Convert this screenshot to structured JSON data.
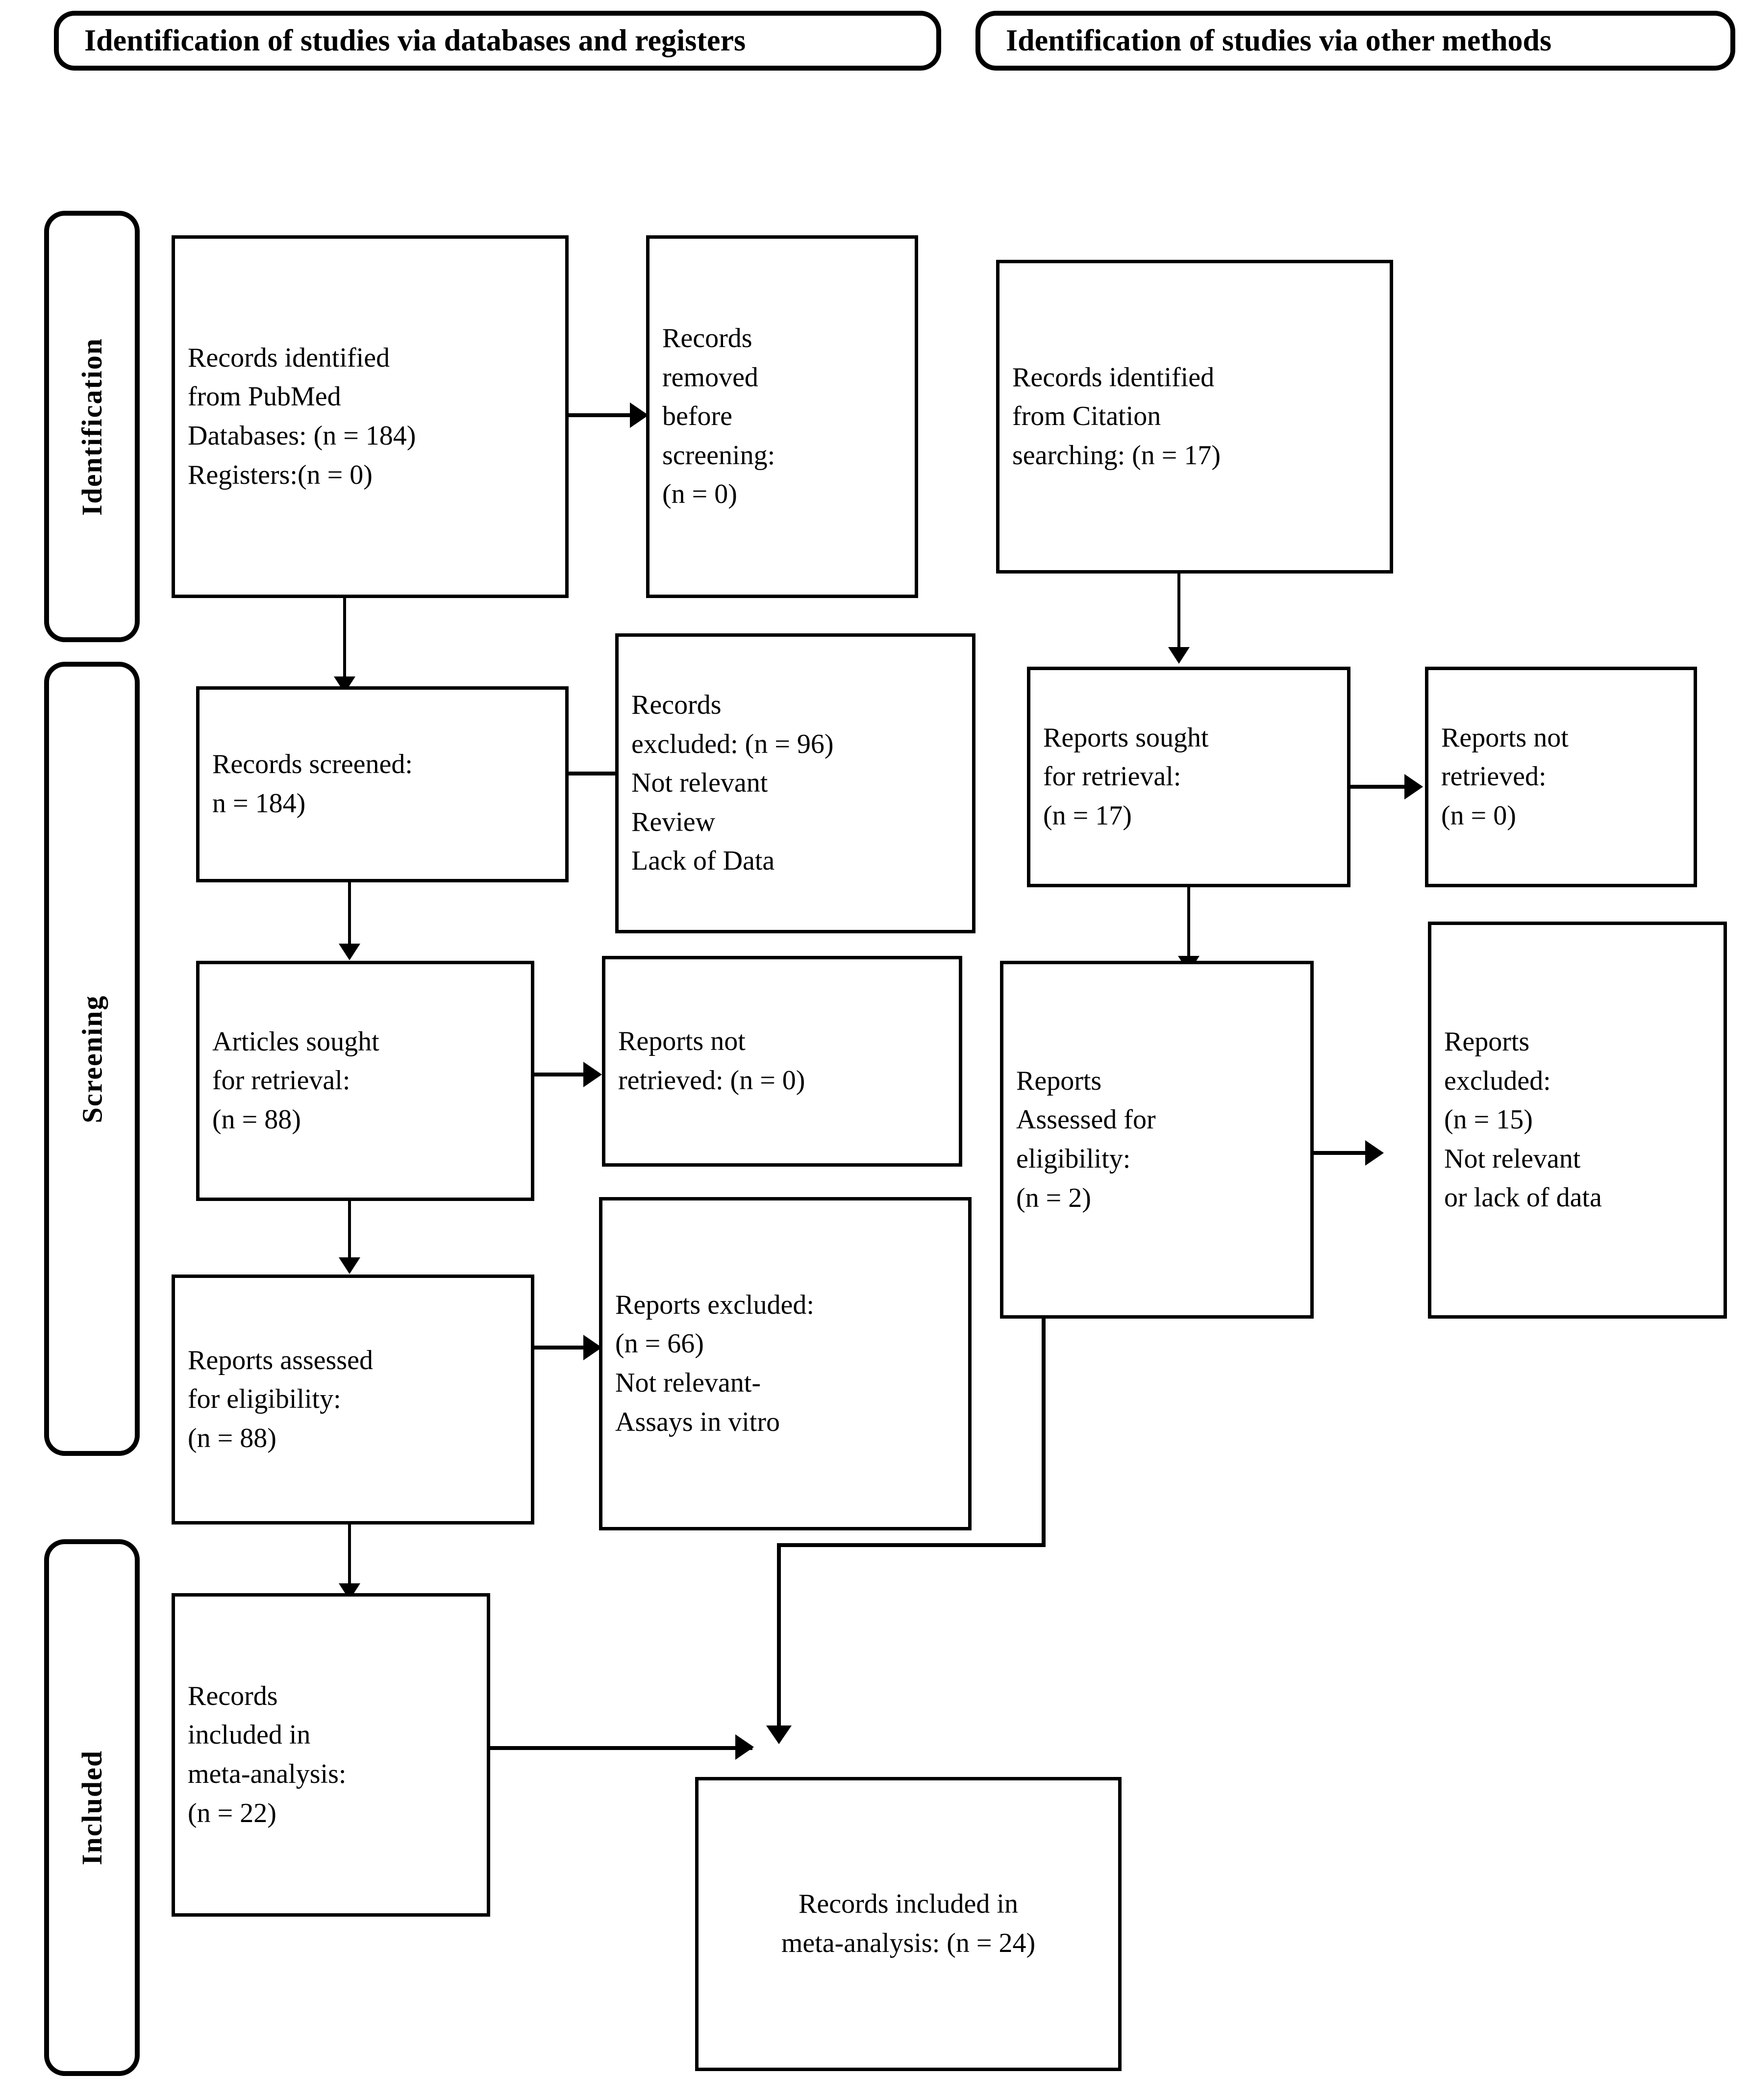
{
  "diagram": {
    "type": "prisma-flow-diagram",
    "title_left": "Identification of studies via databases and registers",
    "title_right": "Identification of studies via other methods"
  },
  "headers": [
    {
      "id": "databases-registers",
      "label": "Identification of studies via databases and registers"
    },
    {
      "id": "other-methods",
      "label": "Identification of studies via other methods"
    }
  ],
  "stages": [
    {
      "id": "identification",
      "label": "Identification"
    },
    {
      "id": "screening",
      "label": "Screening"
    },
    {
      "id": "included",
      "label": "Included"
    }
  ],
  "nodes": {
    "records_identified_db": "Records identified from PubMed Databases: (n = 184) Registers:(n = 0)",
    "records_removed": "Records removed before screening: (n = 0)",
    "records_identified_citation": "Records identified from Citation searching: (n = 17)",
    "records_screened": "Records screened: n = 184)",
    "records_excluded": "Records excluded: (n = 96) Not relevant Review Lack of Data",
    "reports_sought_right": "Reports sought for retrieval: (n = 17)",
    "reports_not_retrieved_right": "Reports not retrieved: (n = 0)",
    "articles_sought_left": "Articles sought for retrieval: (n = 88)",
    "reports_not_retrieved_left": "Reports not retrieved: (n = 0)",
    "reports_assessed_right": "Reports Assessed for eligibility: (n = 2)",
    "reports_excluded_right": "Reports excluded: (n = 15) Not relevant or lack of data",
    "reports_assessed_left": "Reports assessed for eligibility: (n = 88)",
    "reports_excluded_left": "Reports excluded: (n = 66) Not relevant- Assays in vitro",
    "records_included_left": "Records included in meta-analysis: (n = 22)",
    "records_included_total": "Records included in meta-analysis: (n = 24)"
  },
  "node_lines": {
    "records_identified_db": [
      "Records identified",
      "from PubMed",
      "Databases: (n = 184)",
      "Registers:(n = 0)"
    ],
    "records_removed": [
      "Records",
      "removed",
      "before",
      "screening:",
      "(n = 0)"
    ],
    "records_identified_citation": [
      "Records identified",
      "from Citation",
      "searching: (n = 17)"
    ],
    "records_screened": [
      "Records screened:",
      "n = 184)"
    ],
    "records_excluded": [
      "Records",
      "excluded: (n = 96)",
      "Not relevant",
      "Review",
      "Lack of Data"
    ],
    "reports_sought_right": [
      "Reports sought",
      "for retrieval:",
      "(n = 17)"
    ],
    "reports_not_retrieved_right": [
      "Reports not",
      "retrieved:",
      "(n = 0)"
    ],
    "articles_sought_left": [
      "Articles sought",
      "for retrieval:",
      "(n = 88)"
    ],
    "reports_not_retrieved_left": [
      "Reports not",
      "retrieved: (n = 0)"
    ],
    "reports_assessed_right": [
      "Reports",
      "Assessed for",
      "eligibility:",
      "(n = 2)"
    ],
    "reports_excluded_right": [
      "Reports",
      "excluded:",
      "(n = 15)",
      "Not relevant",
      "or lack of data"
    ],
    "reports_assessed_left": [
      "Reports assessed",
      "for eligibility:",
      "(n = 88)"
    ],
    "reports_excluded_left": [
      "Reports excluded:",
      "(n = 66)",
      "Not relevant-",
      "Assays in vitro"
    ],
    "records_included_left": [
      "Records",
      "included in",
      "meta-analysis:",
      "(n = 22)"
    ],
    "records_included_total": [
      "Records included in",
      "meta-analysis: (n = 24)"
    ]
  },
  "counts": {
    "records_identified_databases": 184,
    "registers": 0,
    "records_removed_before_screening": 0,
    "records_identified_citation_searching": 17,
    "records_screened": 184,
    "records_excluded_screening": 96,
    "reports_sought_other": 17,
    "reports_not_retrieved_other": 0,
    "articles_sought_databases": 88,
    "reports_not_retrieved_databases": 0,
    "reports_assessed_other": 2,
    "reports_excluded_other": 15,
    "reports_assessed_databases": 88,
    "reports_excluded_databases": 66,
    "records_included_databases": 22,
    "records_included_total": 24
  },
  "exclusion_reasons": {
    "screening": [
      "Not relevant",
      "Review",
      "Lack of Data"
    ],
    "eligibility_databases": [
      "Not relevant-",
      "Assays in vitro"
    ],
    "eligibility_other": [
      "Not relevant",
      "or lack of data"
    ]
  },
  "colors": {
    "stroke": "#000000",
    "fill": "#ffffff",
    "text": "#000000"
  }
}
